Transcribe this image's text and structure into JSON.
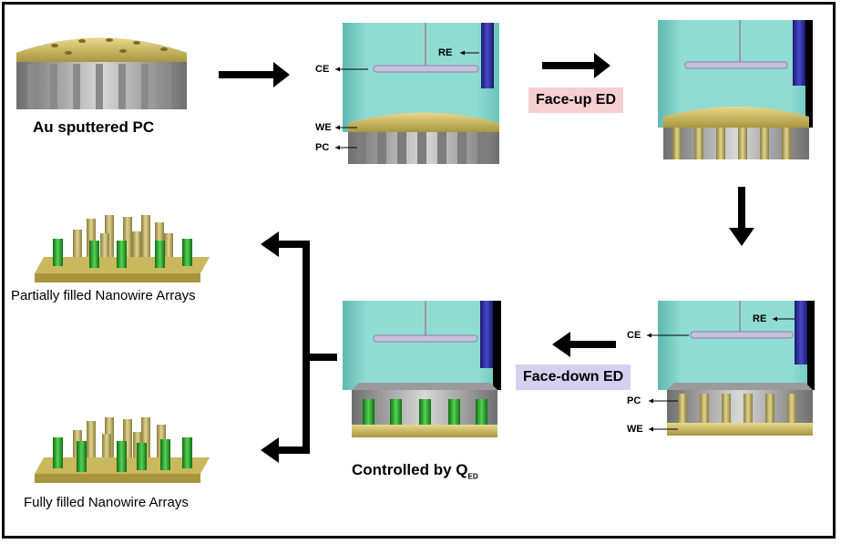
{
  "labels": {
    "step1": "Au sputtered PC",
    "face_up": "Face-up ED",
    "face_down": "Face-down ED",
    "controlled": "Controlled by Q",
    "controlled_sub": "ED",
    "partial": "Partially filled Nanowire Arrays",
    "full": "Fully filled Nanowire Arrays"
  },
  "cell_tags": {
    "ce": "CE",
    "re": "RE",
    "we": "WE",
    "pc": "PC"
  },
  "colors": {
    "electrolyte": "#8fdcd3",
    "electrolyte_dark": "#5fb8b0",
    "gold": "#d6c46a",
    "gold_dark": "#a8963f",
    "membrane": "#b9b9b9",
    "membrane_dark": "#7d7d7d",
    "ref_electrode": "#2a2a9a",
    "counter_electrode": "#c6bfdc",
    "nanowire_green": "#2ea52e",
    "face_up_bg": "#f6cfd1",
    "face_down_bg": "#d6d0f0"
  }
}
